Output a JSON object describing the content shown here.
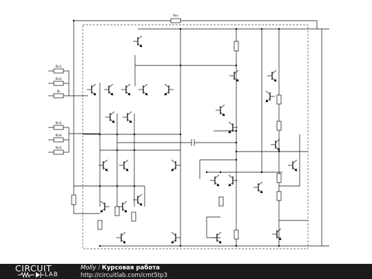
{
  "schematic": {
    "labels": {
      "top_resistor": "Ros",
      "rin1": "Rin1",
      "rin2": "Rin2",
      "rs": "Rs",
      "rin3": "Rin3",
      "rin4": "Rin4",
      "rin5": "Rin5"
    }
  },
  "footer": {
    "logo_top": "CIRCUIT",
    "logo_bottom": "LAB",
    "author": "Molly",
    "separator": "/",
    "title": "Курсовая работа",
    "url": "http://circuitlab.com/cmt5tp3"
  },
  "colors": {
    "footer_bg": "#1b1b1b",
    "wire": "#000000",
    "dashed_box": "#555555"
  }
}
